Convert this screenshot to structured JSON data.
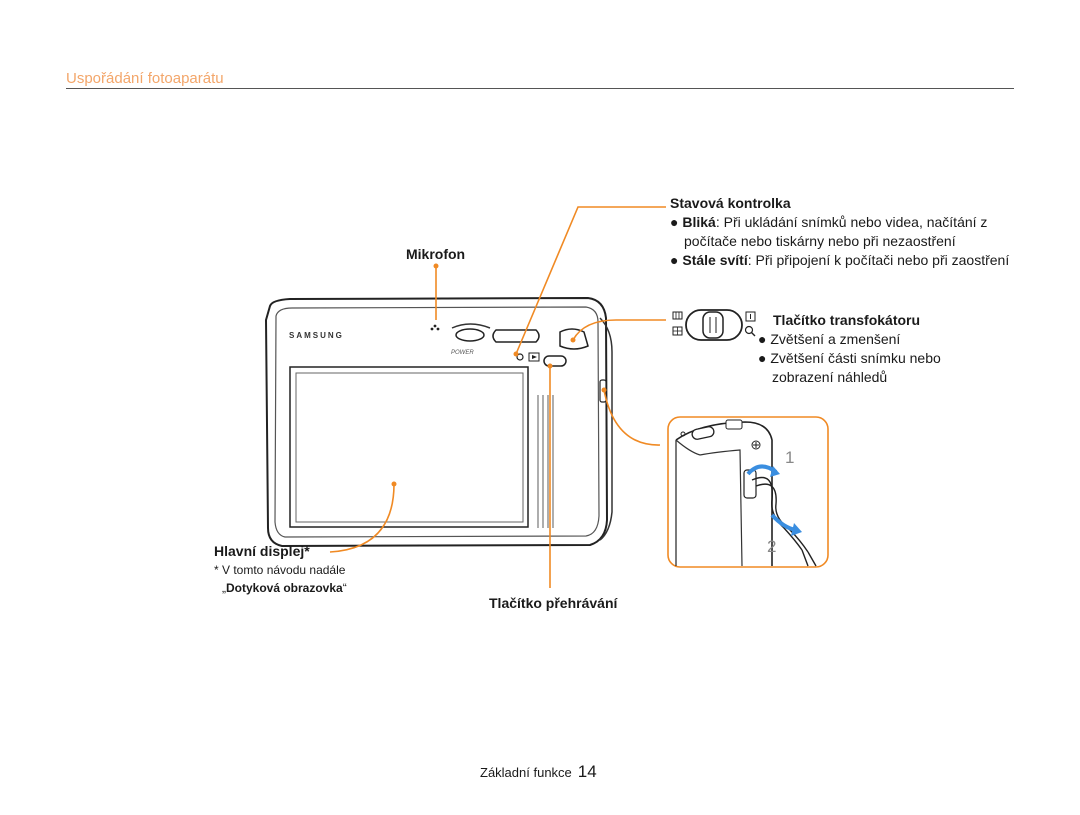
{
  "page": {
    "section_title": "Uspořádání fotoaparátu",
    "footer_label": "Základní funkce",
    "page_number": "14"
  },
  "camera": {
    "brand": "SAMSUNG",
    "power_label": "POWER"
  },
  "callouts": {
    "status_lamp": {
      "title": "Stavová kontrolka",
      "items": [
        {
          "term": "Bliká",
          "text": ": Při ukládání snímků nebo videa, načítání z",
          "cont": "počítače nebo tiskárny nebo při nezaostření"
        },
        {
          "term": "Stále svítí",
          "text": ": Při připojení k počítači nebo při zaostření"
        }
      ]
    },
    "microphone": {
      "title": "Mikrofon"
    },
    "zoom_button": {
      "title": "Tlačítko transfokátoru",
      "items": [
        {
          "text": "Zvětšení a zmenšení"
        },
        {
          "text": "Zvětšení části snímku nebo",
          "cont": "zobrazení náhledů"
        }
      ]
    },
    "main_display": {
      "title": "Hlavní displej*",
      "note_line1": "* V tomto návodu nadále",
      "note_open": "„",
      "note_term": "Dotyková obrazovka",
      "note_close": "“"
    },
    "playback_button": {
      "title": "Tlačítko přehrávání"
    }
  },
  "strap_steps": {
    "step1": "1",
    "step2": "2"
  },
  "colors": {
    "accent": "#f08a24",
    "title": "#f3a66a",
    "arrow_blue": "#3a8ee0"
  }
}
